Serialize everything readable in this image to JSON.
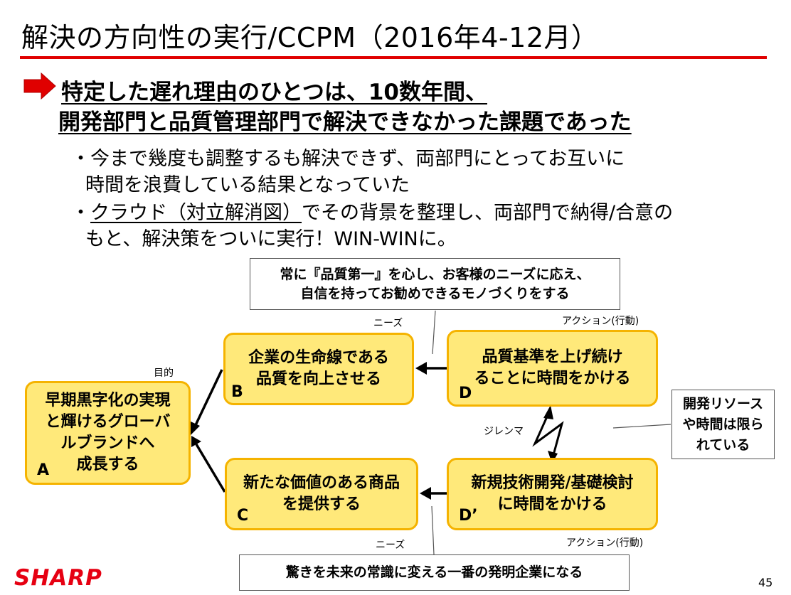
{
  "title": "解決の方向性の実行/CCPM（2016年4-12月）",
  "headline": {
    "line1": "特定した遅れ理由のひとつは、10数年間、",
    "line2": "開発部門と品質管理部門で解決できなかった課題であった"
  },
  "bullets": {
    "b1_line1": "・今まで幾度も調整するも解決できず、両部門にとってお互いに",
    "b1_line2": "時間を浪費している結果となっていた",
    "b2_prefix": "・",
    "b2_underlined": "クラウド（対立解消図）",
    "b2_rest": "でその背景を整理し、両部門で納得/合意の",
    "b2_line2": "もと、解決策をついに実行！WIN-WINに。"
  },
  "callouts": {
    "top_line1": "常に『品質第一』を心し、お客様のニーズに応え、",
    "top_line2": "自信を持ってお勧めできるモノづくりをする",
    "bottom": "驚きを未来の常識に変える一番の発明企業になる",
    "side_line1": "開発リソース",
    "side_line2": "や時間は限ら",
    "side_line3": "れている"
  },
  "nodes": {
    "a": {
      "line1": "早期黒字化の実現",
      "line2": "と輝けるグローバ",
      "line3": "ルブランドへ",
      "line4": "成長する",
      "letter": "A"
    },
    "b": {
      "line1": "企業の生命線である",
      "line2": "品質を向上させる",
      "letter": "B"
    },
    "c": {
      "line1": "新たな価値のある商品",
      "line2": "を提供する",
      "letter": "C"
    },
    "d": {
      "line1": "品質基準を上げ続け",
      "line2": "ることに時間をかける",
      "letter": "D"
    },
    "d2": {
      "line1": "新規技術開発/基礎検討",
      "line2": "に時間をかける",
      "letter": "D’"
    }
  },
  "labels": {
    "purpose": "目的",
    "needs_top": "ニーズ",
    "needs_bottom": "ニーズ",
    "action_top": "アクション(行動)",
    "action_bottom": "アクション(行動)",
    "dilemma": "ジレンマ"
  },
  "footer": {
    "brand": "SHARP",
    "page_number": "45"
  },
  "colors": {
    "accent_red": "#e00000",
    "node_fill": "#ffe97a",
    "node_border": "#f5b300",
    "brand_red": "#e60012"
  }
}
